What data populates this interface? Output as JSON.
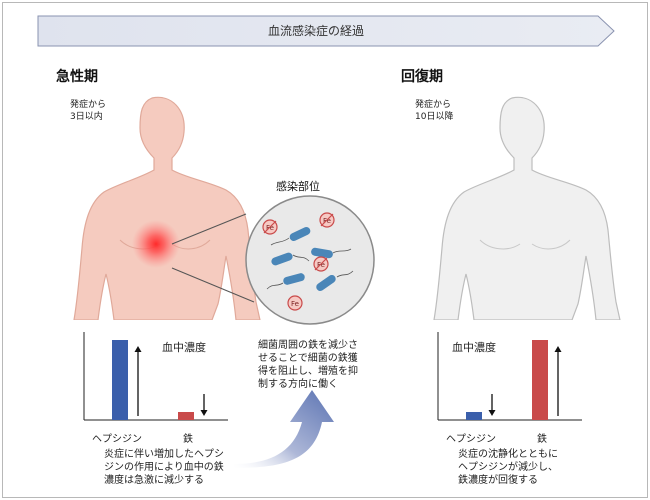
{
  "timeline": {
    "label": "血流感染症の経過"
  },
  "acute": {
    "title": "急性期",
    "onset": [
      "発症から",
      "3日以内"
    ],
    "chart_title": "血中濃度",
    "caption": [
      "炎症に伴い増加したヘプシ",
      "ジンの作用により血中の鉄",
      "濃度は急激に減少する"
    ]
  },
  "recovery": {
    "title": "回復期",
    "onset": [
      "発症から",
      "10日以降"
    ],
    "chart_title": "血中濃度",
    "caption": [
      "炎症の沈静化とともに",
      "ヘプシジンが減少し、",
      "鉄濃度が回復する"
    ]
  },
  "infection_site": {
    "title": "感染部位",
    "iron_label": "Fe",
    "note": [
      "細菌周囲の鉄を減少さ",
      "せることで細菌の鉄獲",
      "得を阻止し、増殖を抑",
      "制する方向に働く"
    ]
  },
  "chart_data": [
    {
      "type": "bar",
      "title": "血中濃度",
      "categories": [
        "ヘプシジン",
        "鉄"
      ],
      "values": [
        1.0,
        0.1
      ],
      "trend": [
        "up",
        "down"
      ],
      "colors": [
        "#3b5fab",
        "#c94a4a"
      ],
      "ylim": [
        0,
        1
      ]
    },
    {
      "type": "bar",
      "title": "血中濃度",
      "categories": [
        "ヘプシジン",
        "鉄"
      ],
      "values": [
        0.1,
        1.0
      ],
      "trend": [
        "down",
        "up"
      ],
      "colors": [
        "#3b5fab",
        "#c94a4a"
      ],
      "ylim": [
        0,
        1
      ]
    }
  ]
}
